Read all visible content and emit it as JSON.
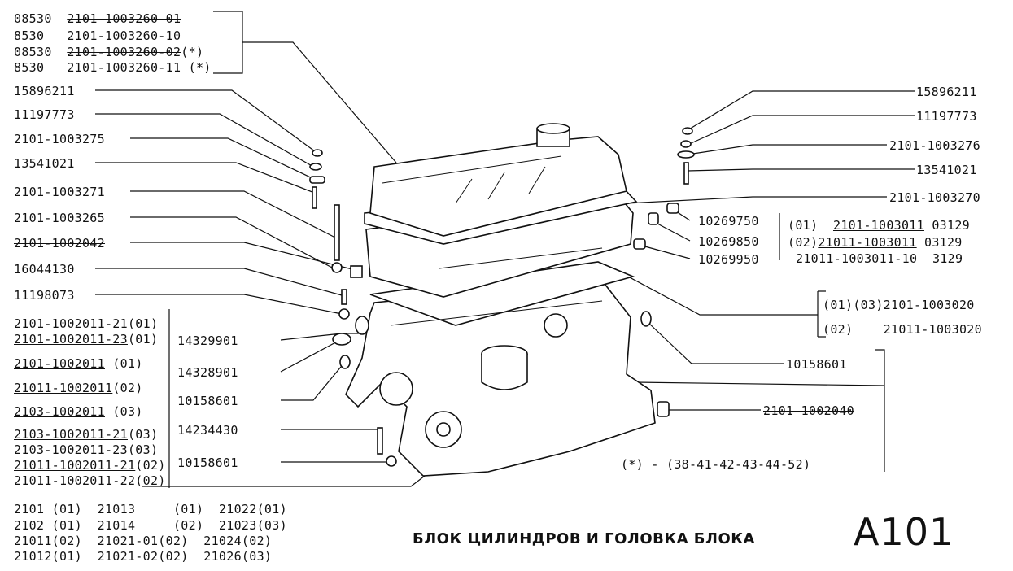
{
  "top_left_group": [
    {
      "a": "08530",
      "b": "2101-1003260-01",
      "c": "",
      "struck": true
    },
    {
      "a": "8530",
      "b": "2101-1003260-10",
      "c": "",
      "struck": false
    },
    {
      "a": "08530",
      "b": "2101-1003260-02",
      "c": "(*)",
      "struck": true
    },
    {
      "a": "8530",
      "b": "2101-1003260-11",
      "c": "(*)",
      "struck": false
    }
  ],
  "left_parts": [
    "15896211",
    "11197773",
    "2101-1003275",
    "13541021",
    "2101-1003271",
    "2101-1003265",
    "2101-1002042",
    "16044130",
    "11198073"
  ],
  "block_variants": [
    {
      "num": "2101-1002011-21",
      "suf": "(01)"
    },
    {
      "num": "2101-1002011-23",
      "suf": "(01)"
    },
    {
      "num": "2101-1002011",
      "suf": " (01)"
    },
    {
      "num": "21011-1002011",
      "suf": "(02)"
    },
    {
      "num": "2103-1002011",
      "suf": " (03)"
    },
    {
      "num": "2103-1002011-21",
      "suf": "(03)"
    },
    {
      "num": "2103-1002011-23",
      "suf": "(03)"
    },
    {
      "num": "21011-1002011-21",
      "suf": "(02)"
    },
    {
      "num": "21011-1002011-22",
      "suf": "(02)"
    }
  ],
  "mid_parts": [
    "14329901",
    "14328901",
    "10158601",
    "14234430",
    "10158601"
  ],
  "right_parts": [
    "15896211",
    "11197773",
    "2101-1003276",
    "13541021",
    "2101-1003270"
  ],
  "valve_parts": [
    "10269750",
    "10269850",
    "10269950"
  ],
  "head_variants": [
    {
      "pre": "(01)",
      "num": "2101-1003011",
      "suf": "03129"
    },
    {
      "pre": "(02)",
      "num": "21011-1003011",
      "suf": "03129"
    },
    {
      "pre": "",
      "num": "21011-1003011-10",
      "suf": "3129"
    }
  ],
  "gasket_variants": [
    {
      "pre": "(01)(03)",
      "num": "2101-1003020"
    },
    {
      "pre": "(02)",
      "num": "21011-1003020"
    }
  ],
  "plug_part": "10158601",
  "bottom_right_part": "2101-1002040",
  "footnote": "(*) - (38-41-42-43-44-52)",
  "models": [
    "2101 (01)  21013     (01)  21022(01)",
    "2102 (01)  21014     (02)  21023(03)",
    "21011(02)  21021-01(02)  21024(02)",
    "21012(01)  21021-02(02)  21026(03)"
  ],
  "title": "БЛОК ЦИЛИНДРОВ И ГОЛОВКА БЛОКА",
  "page_code": "A101"
}
